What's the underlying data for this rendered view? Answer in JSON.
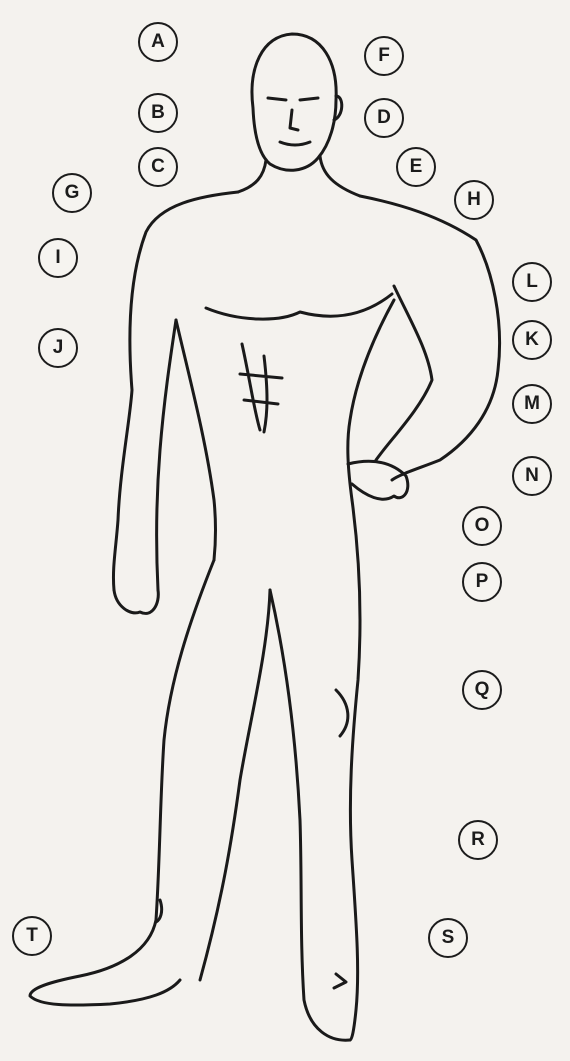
{
  "figure": {
    "icon": "human-figure-outline"
  },
  "callouts": {
    "A": "A",
    "B": "B",
    "C": "C",
    "D": "D",
    "E": "E",
    "F": "F",
    "G": "G",
    "H": "H",
    "I": "I",
    "J": "J",
    "K": "K",
    "L": "L",
    "M": "M",
    "N": "N",
    "O": "O",
    "P": "P",
    "Q": "Q",
    "R": "R",
    "S": "S",
    "T": "T"
  }
}
